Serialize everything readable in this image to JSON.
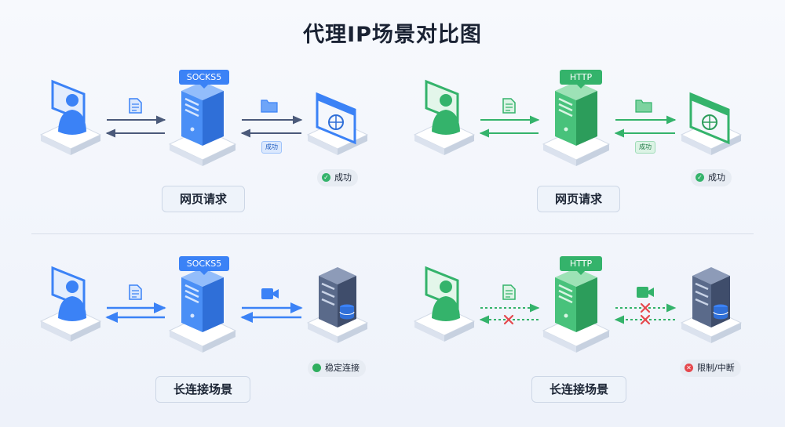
{
  "title": "代理IP场景对比图",
  "colors": {
    "blue": "#3b82f6",
    "green": "#34b36b",
    "dark": "#4b5a7a",
    "error": "#e5484d"
  },
  "quadrants": [
    {
      "id": "q1",
      "protocol_tag": "SOCKS5",
      "scene_label": "网页请求",
      "payload_icon": "file-icon",
      "target": "browser-globe-icon",
      "mid_label": "成功",
      "status": {
        "icon": "check-icon",
        "text": "成功"
      }
    },
    {
      "id": "q2",
      "protocol_tag": "HTTP",
      "scene_label": "网页请求",
      "payload_icon": "file-icon",
      "target": "browser-globe-icon",
      "mid_label": "成功",
      "status": {
        "icon": "check-icon",
        "text": "成功"
      }
    },
    {
      "id": "q3",
      "protocol_tag": "SOCKS5",
      "scene_label": "长连接场景",
      "payload_icon": "video-icon",
      "target": "database-server-icon",
      "status": {
        "icon": "green-dot-icon",
        "text": "稳定连接"
      }
    },
    {
      "id": "q4",
      "protocol_tag": "HTTP",
      "scene_label": "长连接场景",
      "payload_icon": "video-icon",
      "target": "database-server-icon",
      "status": {
        "icon": "x-circle-icon",
        "text": "限制/中断"
      }
    }
  ]
}
